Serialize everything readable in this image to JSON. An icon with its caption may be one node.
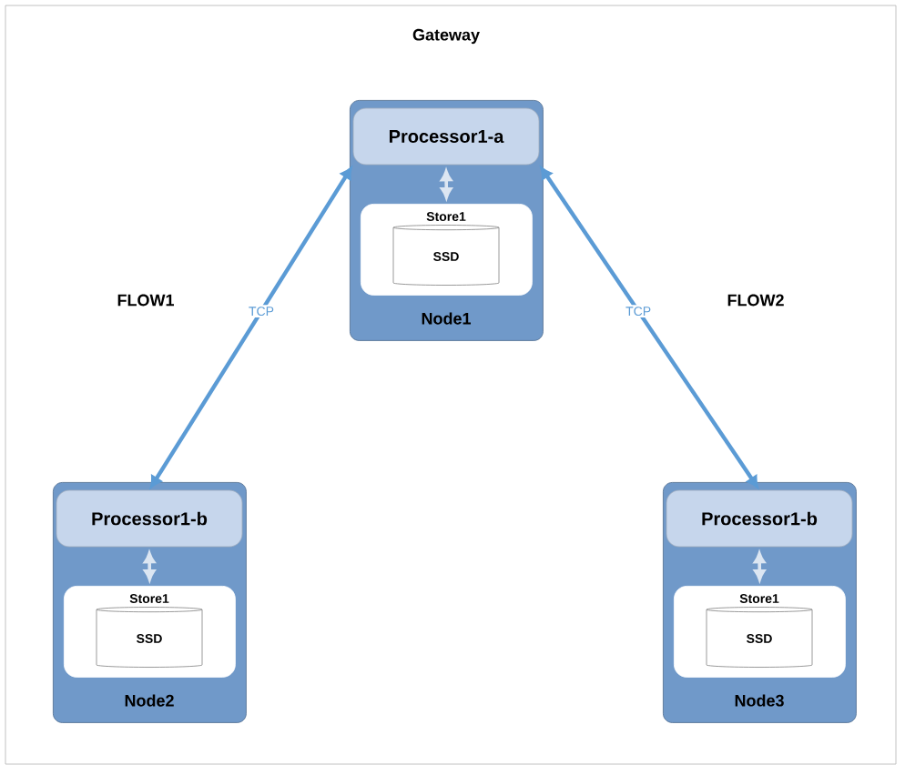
{
  "diagram": {
    "title": "Gateway",
    "nodes": [
      {
        "text": [
          "Node1"
        ]
      },
      {
        "text": [
          "Processor1-a"
        ],
        "in": 0
      },
      {
        "text": [
          "Store1"
        ],
        "in": 0
      },
      {
        "text": [
          "SSD"
        ],
        "in": 2
      },
      {
        "text": [
          "Node2"
        ]
      },
      {
        "text": [
          "Processor1-b"
        ],
        "in": 4
      },
      {
        "text": [
          "Store1"
        ],
        "in": 4
      },
      {
        "text": [
          "SSD"
        ],
        "in": 6
      },
      {
        "text": [
          "Node3"
        ]
      },
      {
        "text": [
          "Processor1-b"
        ],
        "in": 8
      },
      {
        "text": [
          "Store1"
        ],
        "in": 8
      },
      {
        "text": [
          "SSD"
        ],
        "in": 10
      }
    ],
    "edges": [
      {
        "from": 1,
        "to": 5,
        "arrow": "both",
        "label": "TCP",
        "color": "#5b9bd5"
      },
      {
        "from": 1,
        "to": 9,
        "arrow": "both",
        "label": "TCP",
        "color": "#5b9bd5"
      },
      {
        "from": 1,
        "to": 2,
        "arrow": "both",
        "color": "#dce6f2"
      },
      {
        "from": 5,
        "to": 6,
        "arrow": "both",
        "color": "#dce6f2"
      },
      {
        "from": 9,
        "to": 10,
        "arrow": "both",
        "color": "#dce6f2"
      }
    ],
    "labels": [
      "FLOW1",
      "FLOW2"
    ]
  }
}
